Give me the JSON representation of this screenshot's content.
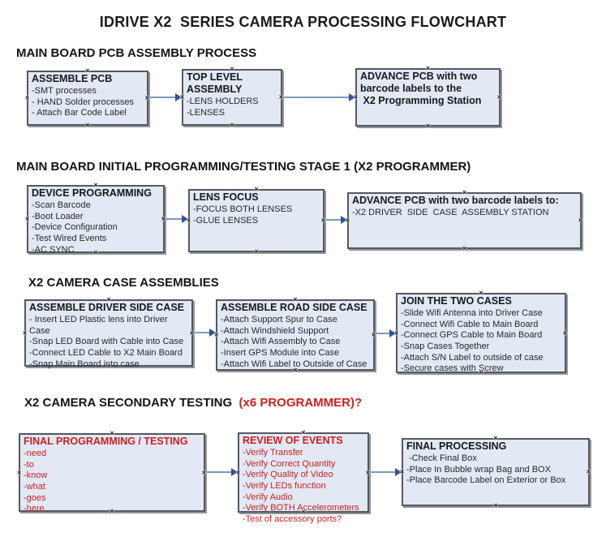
{
  "title": "IDRIVE X2  SERIES CAMERA PROCESSING FLOWCHART",
  "colors": {
    "box_fill": "#e2e9f5",
    "box_border": "#54585f",
    "accent_red": "#cc2020",
    "arrow_line": "#7d99bf",
    "arrow_head": "#2f5597",
    "text": "#17181a"
  },
  "sections": [
    {
      "header": "MAIN BOARD PCB ASSEMBLY PROCESS",
      "boxes": [
        {
          "title": "ASSEMBLE PCB",
          "items": [
            "-SMT processes",
            "- HAND Solder processes",
            "- Attach Bar Code Label"
          ]
        },
        {
          "title": "TOP LEVEL ASSEMBLY",
          "items": [
            "-LENS HOLDERS",
            "-LENSES"
          ]
        },
        {
          "title": "ADVANCE PCB with two barcode labels to the\n X2 Programming Station",
          "items": []
        }
      ]
    },
    {
      "header": "MAIN BOARD INITIAL PROGRAMMING/TESTING STAGE 1 (X2 PROGRAMMER)",
      "boxes": [
        {
          "title": "DEVICE PROGRAMMING",
          "items": [
            "-Scan Barcode",
            "-Boot Loader",
            "-Device Configuration",
            "-Test Wired Events",
            "-AC SYNC"
          ]
        },
        {
          "title": "LENS FOCUS",
          "items": [
            "-FOCUS BOTH LENSES",
            "-GLUE LENSES"
          ]
        },
        {
          "title": "ADVANCE PCB with two barcode labels to:",
          "items": [
            "-X2 DRIVER  SIDE  CASE  ASSEMBLY STATION"
          ]
        }
      ]
    },
    {
      "header": "X2 CAMERA CASE ASSEMBLIES",
      "boxes": [
        {
          "title": "ASSEMBLE DRIVER SIDE CASE",
          "items": [
            "- Insert LED Plastic lens into Driver Case",
            "-Snap LED Board with Cable into Case",
            "-Connect LED Cable to X2 Main Board",
            "-Snap Main Board into case"
          ]
        },
        {
          "title": "ASSEMBLE ROAD SIDE CASE",
          "items": [
            "-Attach Support Spur to Case",
            "-Attach Windshield Support",
            "-Attach Wifi Assembly to Case",
            "-Insert GPS Module into Case",
            "-Attach Wifi Label to Outside of Case"
          ]
        },
        {
          "title": "JOIN THE TWO CASES",
          "items": [
            "-Slide Wifi Antenna into Driver Case",
            "-Connect Wifi Cable to Main Board",
            "-Connect GPS Cable to Main Board",
            "-Snap Cases Together",
            "-Attach S/N Label to outside of case",
            "-Secure cases with Screw"
          ]
        }
      ]
    },
    {
      "header": "X2 CAMERA SECONDARY TESTING ",
      "header_suffix": " (x6 PROGRAMMER)?",
      "boxes": [
        {
          "title": "FINAL PROGRAMMING / TESTING",
          "items": [
            "-need",
            "-to",
            "-know",
            "-what",
            "-goes",
            "-here"
          ]
        },
        {
          "title": "REVIEW OF EVENTS",
          "items": [
            "-Verify Transfer",
            "-Verify Correct Quantity",
            "-Verify Quality of Video",
            "-Verify LEDs function",
            "-Verify Audio",
            "-Verify BOTH Accelerometers",
            "-Test of accessory ports?"
          ]
        },
        {
          "title": "FINAL PROCESSING",
          "items": [
            " -Check Final Box",
            "-Place In Bubble wrap Bag and BOX",
            "-Place Barcode Label on Exterior or Box"
          ]
        }
      ]
    }
  ]
}
